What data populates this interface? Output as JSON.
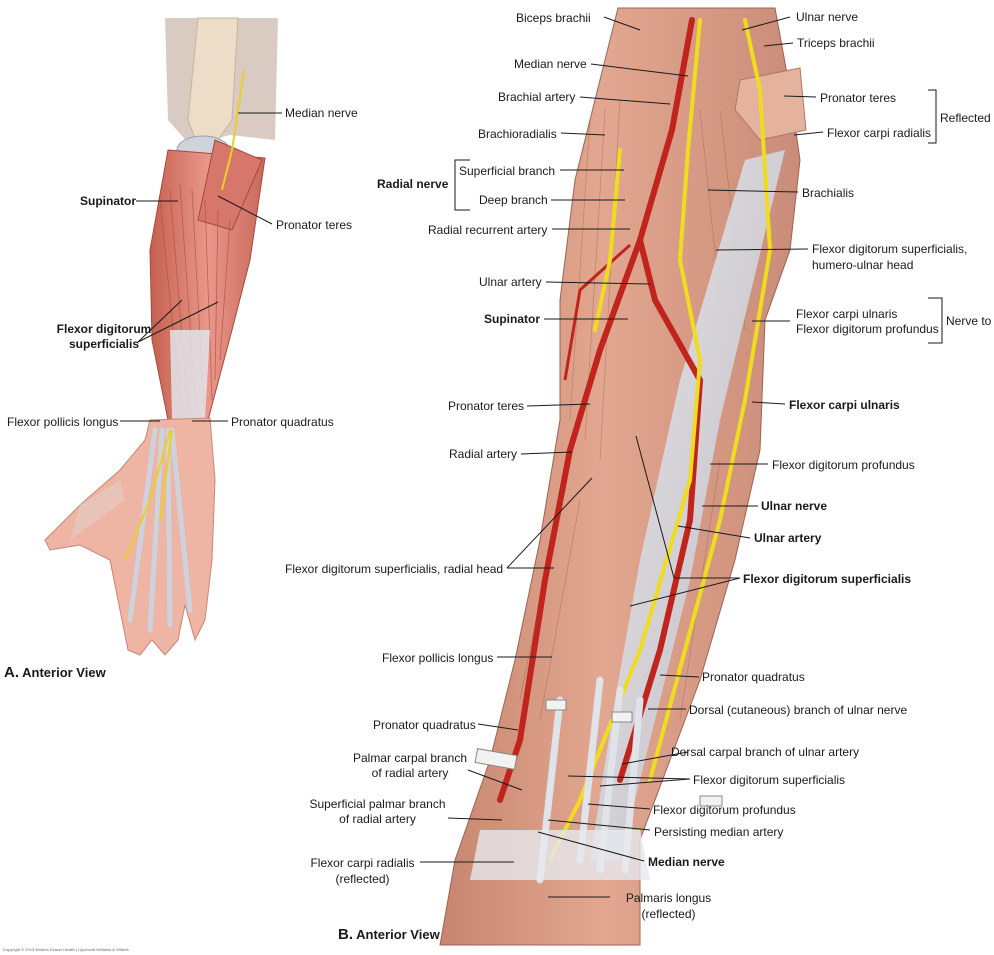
{
  "panels": [
    {
      "letter": "A.",
      "view": "Anterior View"
    },
    {
      "letter": "B.",
      "view": "Anterior View"
    }
  ],
  "colors": {
    "muscle": "#d98a78",
    "muscle_dark": "#b95c4e",
    "tendon": "#c9ced8",
    "bone": "#e9dccb",
    "artery": "#c0241c",
    "nerve": "#f2e02a",
    "skin": "#efb9a8",
    "arm_bg": "#ddd0c6",
    "leader": "#222222"
  },
  "panel_a_labels": {
    "median_nerve": "Median nerve",
    "supinator": "Supinator",
    "pronator_teres": "Pronator teres",
    "fds_line1": "Flexor digitorum",
    "fds_line2": "superficialis",
    "fpl": "Flexor pollicis longus",
    "pronator_quadratus": "Pronator quadratus"
  },
  "panel_b_labels": {
    "biceps_brachii": "Biceps brachii",
    "ulnar_nerve_top": "Ulnar nerve",
    "triceps_brachii": "Triceps brachii",
    "median_nerve_top": "Median nerve",
    "brachial_artery": "Brachial artery",
    "pronator_teres_r": "Pronator teres",
    "reflected": "Reflected",
    "brachioradialis": "Brachioradialis",
    "fcr_r": "Flexor carpi radialis",
    "superficial_branch": "Superficial branch",
    "radial_nerve": "Radial nerve",
    "deep_branch": "Deep branch",
    "brachialis": "Brachialis",
    "radial_recurrent_artery": "Radial recurrent artery",
    "fds_hu_line1": "Flexor digitorum superficialis,",
    "fds_hu_line2": "humero-ulnar head",
    "ulnar_artery_top": "Ulnar artery",
    "fcu_r": "Flexor carpi ulnaris",
    "fdp_r": "Flexor digitorum profundus",
    "nerve_to": "Nerve to",
    "supinator": "Supinator",
    "pronator_teres_l": "Pronator teres",
    "fcu_bold": "Flexor carpi ulnaris",
    "radial_artery": "Radial artery",
    "fdp_mid": "Flexor digitorum profundus",
    "ulnar_nerve": "Ulnar nerve",
    "ulnar_artery": "Ulnar artery",
    "fds_radial_head": "Flexor digitorum superficialis, radial head",
    "fds_bold": "Flexor digitorum superficialis",
    "fpl": "Flexor pollicis longus",
    "pq_r": "Pronator quadratus",
    "pq_l": "Pronator quadratus",
    "dorsal_cut_branch": "Dorsal (cutaneous) branch of ulnar nerve",
    "palmar_carpal_line1": "Palmar carpal branch",
    "palmar_carpal_line2": "of radial artery",
    "dorsal_carpal": "Dorsal carpal branch of ulnar artery",
    "fds_small": "Flexor digitorum superficialis",
    "superficial_palmar_line1": "Superficial palmar branch",
    "superficial_palmar_line2": "of radial artery",
    "fdp_small": "Flexor digitorum profundus",
    "persisting_median": "Persisting median artery",
    "fcr_l_line1": "Flexor carpi radialis",
    "fcr_l_line2": "(reflected)",
    "median_nerve_bold": "Median nerve",
    "palmaris_line1": "Palmaris longus",
    "palmaris_line2": "(reflected)"
  },
  "copyright": "Copyright © 2013 Wolters Kluwer Health | Lippincott Williams & Wilkins"
}
